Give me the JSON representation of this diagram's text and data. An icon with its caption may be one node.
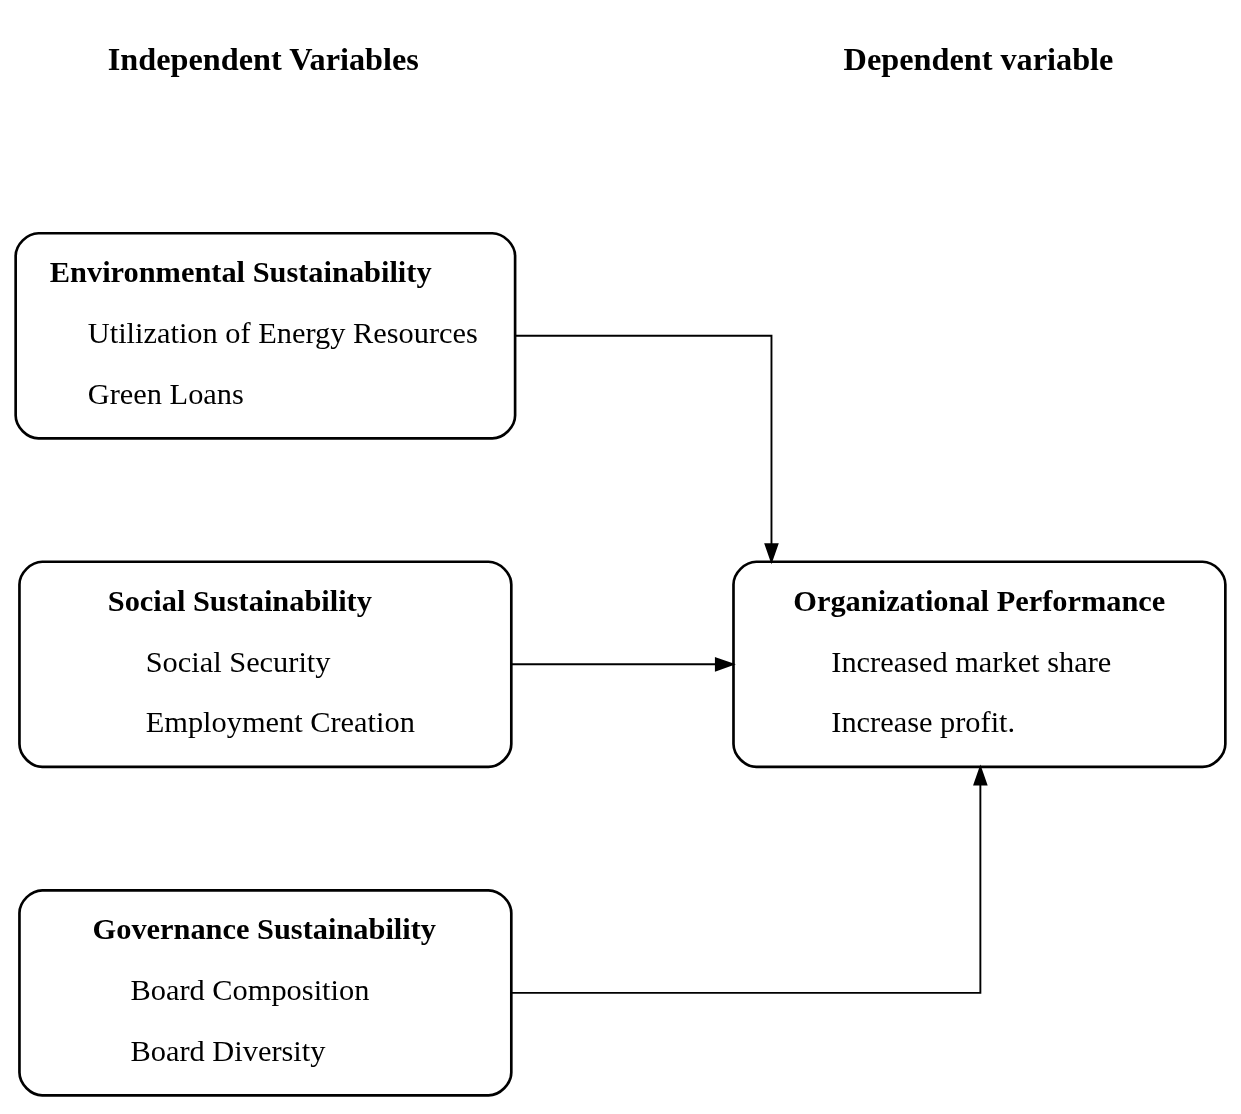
{
  "diagram": {
    "nodes": [
      {
        "text": [
          "Environmental Sustainability",
          "Utilization of Energy Resources",
          "Green Loans"
        ]
      },
      {
        "text": [
          "Social Sustainability",
          "Social Security",
          "Employment Creation"
        ]
      },
      {
        "text": [
          "Governance Sustainability",
          "Board Composition",
          "Board Diversity"
        ]
      },
      {
        "text": [
          "Organizational Performance",
          "Increased market share",
          "Increase profit."
        ]
      }
    ],
    "edges": [
      {
        "from": 0,
        "to": 3,
        "arrow": "to"
      },
      {
        "from": 1,
        "to": 3,
        "arrow": "to"
      },
      {
        "from": 2,
        "to": 3,
        "arrow": "to"
      }
    ],
    "labels": [
      "Independent Variables",
      "Dependent variable"
    ]
  }
}
